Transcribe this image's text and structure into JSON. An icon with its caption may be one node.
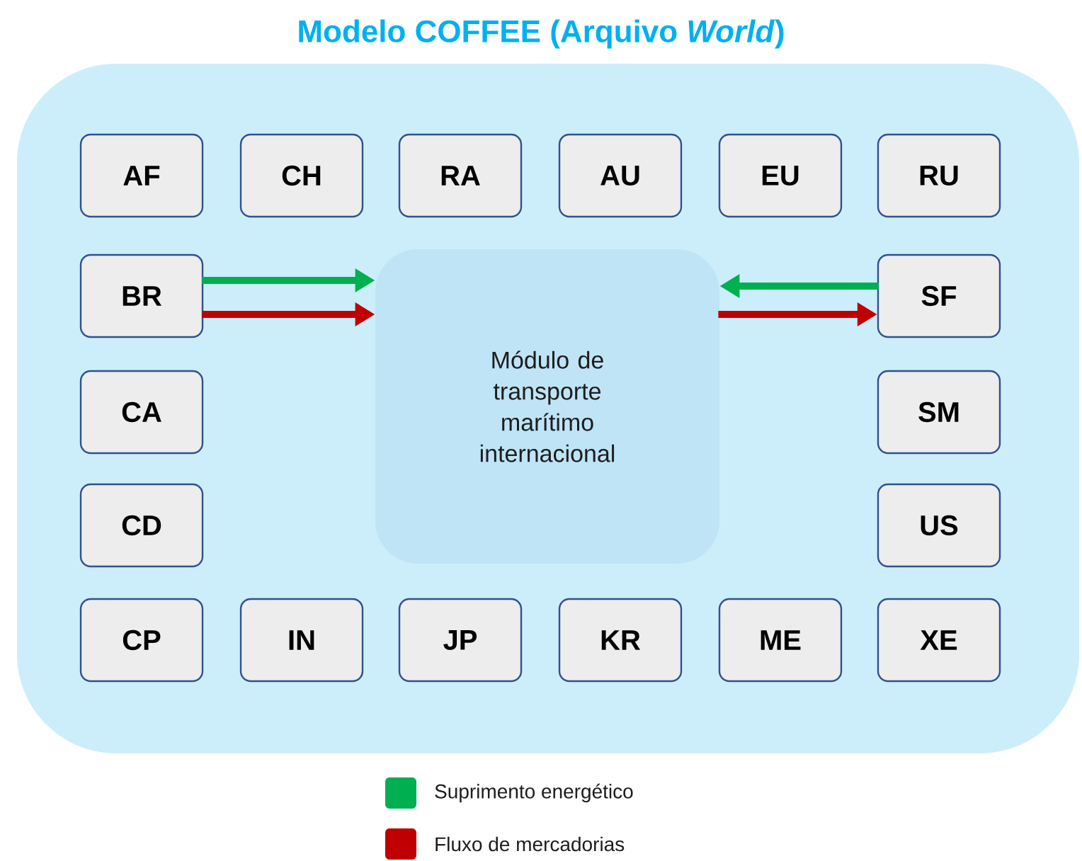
{
  "diagram": {
    "title": "Modelo COFFEE (Arquivo *World*)",
    "nodes": [
      {
        "text": [],
        "shape": "box"
      },
      {
        "text": [
          "AF"
        ],
        "in": 0
      },
      {
        "text": [
          "CH"
        ],
        "in": 0
      },
      {
        "text": [
          "RA"
        ],
        "in": 0
      },
      {
        "text": [
          "AU"
        ],
        "in": 0
      },
      {
        "text": [
          "EU"
        ],
        "in": 0
      },
      {
        "text": [
          "RU"
        ],
        "in": 0
      },
      {
        "text": [
          "BR"
        ],
        "in": 0
      },
      {
        "text": [
          "Módulo de transporte marítimo internacional"
        ],
        "in": 0
      },
      {
        "text": [
          "SF"
        ],
        "in": 0
      },
      {
        "text": [
          "CA"
        ],
        "in": 0
      },
      {
        "text": [
          "SM"
        ],
        "in": 0
      },
      {
        "text": [
          "CD"
        ],
        "in": 0
      },
      {
        "text": [
          "US"
        ],
        "in": 0
      },
      {
        "text": [
          "CP"
        ],
        "in": 0
      },
      {
        "text": [
          "IN"
        ],
        "in": 0
      },
      {
        "text": [
          "JP"
        ],
        "in": 0
      },
      {
        "text": [
          "KR"
        ],
        "in": 0
      },
      {
        "text": [
          "ME"
        ],
        "in": 0
      },
      {
        "text": [
          "XE"
        ],
        "in": 0
      }
    ],
    "edges": [
      {
        "from": 7,
        "to": 8,
        "arrow": "to",
        "color": "#00b050"
      },
      {
        "from": 7,
        "to": 8,
        "arrow": "to",
        "color": "#c00000"
      },
      {
        "from": 9,
        "to": 8,
        "arrow": "to",
        "color": "#00b050"
      },
      {
        "from": 8,
        "to": 9,
        "arrow": "to",
        "color": "#c00000"
      }
    ],
    "legend": [
      {
        "text": "Suprimento energético",
        "color": "#00b050"
      },
      {
        "text": "Fluxo de mercadorias",
        "color": "#c00000"
      }
    ]
  }
}
